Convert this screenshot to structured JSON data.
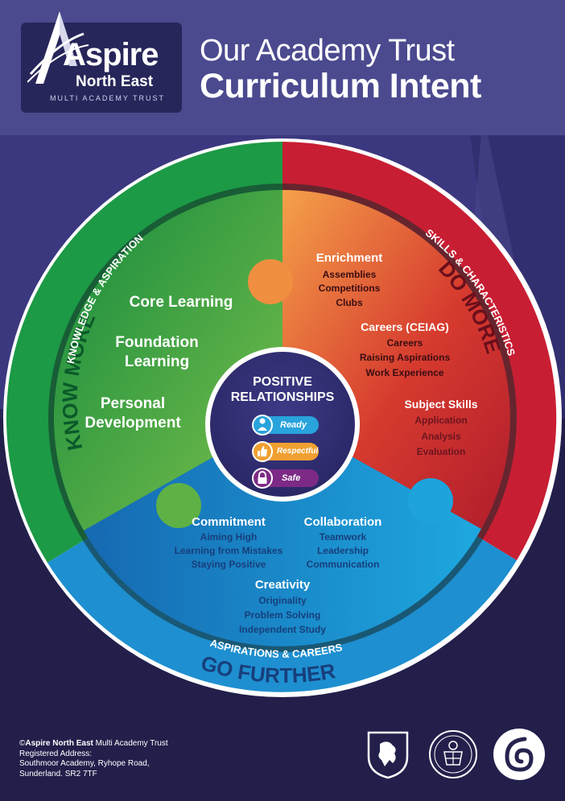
{
  "header": {
    "logo_name": "Aspire",
    "logo_region": "North East",
    "logo_tagline": "MULTI ACADEMY TRUST",
    "title_line1": "Our Academy Trust",
    "title_line2": "Curriculum Intent"
  },
  "wheel": {
    "know_more": {
      "title": "KNOW MORE",
      "subtitle": "KNOWLEDGE & ASPIRATION",
      "items": [
        "Core Learning",
        "Foundation",
        "Learning",
        "Personal",
        "Development"
      ]
    },
    "do_more": {
      "title": "DO MORE",
      "subtitle": "SKILLS & CHARACTERISTICS",
      "enrichment": {
        "heading": "Enrichment",
        "items": [
          "Assemblies",
          "Competitions",
          "Clubs"
        ]
      },
      "careers": {
        "heading": "Careers (CEIAG)",
        "items": [
          "Careers",
          "Raising Aspirations",
          "Work Experience"
        ]
      },
      "subject_skills": {
        "heading": "Subject Skills",
        "items": [
          "Application",
          "Analysis",
          "Evaluation"
        ]
      }
    },
    "go_further": {
      "title": "GO FURTHER",
      "subtitle": "ASPIRATIONS & CAREERS",
      "commitment": {
        "heading": "Commitment",
        "items": [
          "Aiming High",
          "Learning from Mistakes",
          "Staying Positive"
        ]
      },
      "collaboration": {
        "heading": "Collaboration",
        "items": [
          "Teamwork",
          "Leadership",
          "Communication"
        ]
      },
      "creativity": {
        "heading": "Creativity",
        "items": [
          "Originality",
          "Problem Solving",
          "Independent Study"
        ]
      }
    },
    "centre": {
      "line1": "POSITIVE",
      "line2": "RELATIONSHIPS",
      "values": [
        {
          "label": "Ready",
          "icon": "person-icon",
          "color": "#29a3dc"
        },
        {
          "label": "Respectful",
          "icon": "thumbs-up-icon",
          "color": "#f0a030"
        },
        {
          "label": "Safe",
          "icon": "padlock-icon",
          "color": "#7d2a86"
        }
      ]
    }
  },
  "footer": {
    "copyright": "©",
    "org_bold": "Aspire North East",
    "org_rest": " Multi Academy Trust",
    "address_label": "Registered Address:",
    "address_line1": "Southmoor Academy, Ryhope Road,",
    "address_line2": "Sunderland. SR2 7TF"
  },
  "colors": {
    "header": "#4b4a8f",
    "know_more": "#1f9a4a",
    "do_more": "#d9402f",
    "go_further": "#1d95d3",
    "outer_ring": "#ffffff"
  }
}
